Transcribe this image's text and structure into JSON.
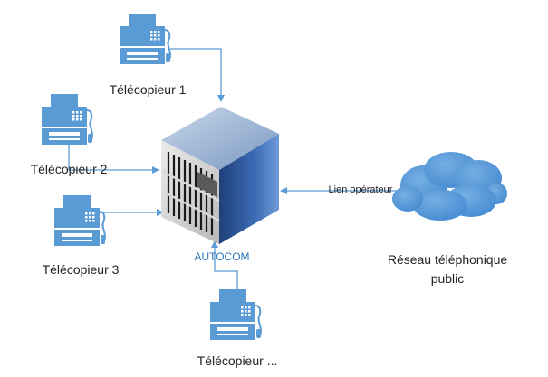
{
  "diagram": {
    "fax_1": {
      "label": "Télécopieur 1",
      "icon": "fax-machine-icon"
    },
    "fax_2": {
      "label": "Télécopieur 2",
      "icon": "fax-machine-icon"
    },
    "fax_3": {
      "label": "Télécopieur 3",
      "icon": "fax-machine-icon"
    },
    "fax_n": {
      "label": "Télécopieur ...",
      "icon": "fax-machine-icon"
    },
    "server": {
      "label": "AUTOCOM",
      "icon": "server-cube-icon"
    },
    "link": {
      "label": "Lien opérateur"
    },
    "network": {
      "label_line1": "Réseau téléphonique",
      "label_line2": "public",
      "icon": "cloud-icon"
    },
    "colors": {
      "device_blue": "#5b9bd5",
      "device_dark": "#2e75b6",
      "arrow": "#5b9bd5",
      "label_text": "#222222",
      "server_label": "#2e75b6",
      "cube_top": "#9db4cf",
      "cube_front": "#d9d9d9",
      "cube_side": "#2f4e8c"
    }
  }
}
